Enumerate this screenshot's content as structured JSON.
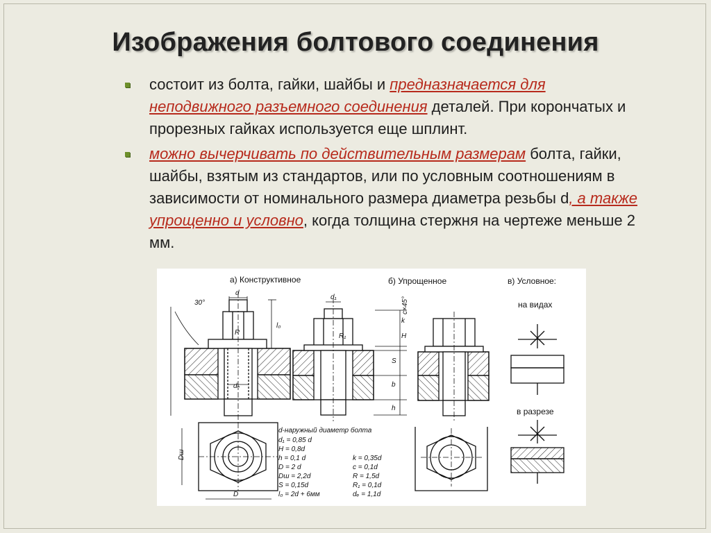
{
  "title": "Изображения болтового соединения",
  "bullets": [
    {
      "parts": [
        {
          "text": "состоит из болта, гайки, шайбы и ",
          "hl": false
        },
        {
          "text": "предназначается для неподвижного разъемного соединения",
          "hl": true
        },
        {
          "text": " деталей. При корончатых и прорезных гайках используется еще шплинт.",
          "hl": false
        }
      ]
    },
    {
      "parts": [
        {
          "text": "можно вычерчивать по действительным размерам",
          "hl": true
        },
        {
          "text": "  болта, гайки, шайбы, взятым из стандартов, или по условным соотношениям в зависимости от номинального размера диаметра резьбы d",
          "hl": false
        },
        {
          "text": ", а также упрощенно и условно",
          "hl": true
        },
        {
          "text": ", когда толщина стержня на чертеже меньше 2 мм.",
          "hl": false
        }
      ]
    }
  ],
  "figure": {
    "captions": {
      "constructive": "а) Конструктивное",
      "simplified": "б) Упрощенное",
      "conventional": "в)  Условное:",
      "in_views": "на видах",
      "in_section": "в разрезе"
    },
    "dim_labels": {
      "d": "d",
      "d1": "d₁",
      "angle": "30°",
      "c": "c×45°",
      "H": "H",
      "k": "k",
      "S": "S",
      "b": "b",
      "h": "h",
      "l0": "l₀",
      "de": "dₑ",
      "Dsh": "Dш",
      "D": "D",
      "R": "R",
      "R1": "R₁"
    },
    "formulas": {
      "header": "d-наружный диаметр болта",
      "left": [
        "d₁ = 0,85 d",
        "H = 0,8d",
        "h = 0,1 d",
        "D = 2 d",
        "Dш = 2,2d",
        "S = 0,15d",
        "l₀ = 2d + 6мм"
      ],
      "right": [
        "k = 0,35d",
        "c = 0,1d",
        "R = 1,5d",
        "R₁ = 0,1d",
        "dₑ = 1,1d"
      ]
    }
  }
}
